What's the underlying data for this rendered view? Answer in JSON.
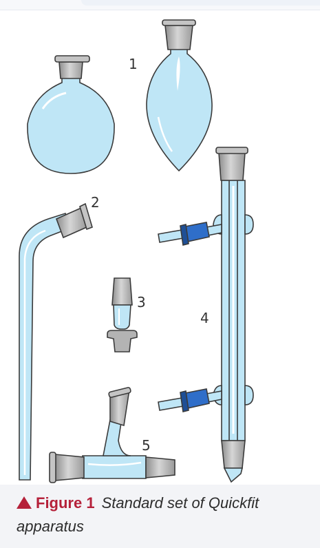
{
  "labels": {
    "l1": "1",
    "l2": "2",
    "l3": "3",
    "l4": "4",
    "l5": "5"
  },
  "caption": {
    "figure_number": "Figure 1",
    "title_line1": "Standard set of Quickfit",
    "title_line2": "apparatus"
  },
  "colors": {
    "glass_fill": "#bfe6f6",
    "glass_outline": "#3a3a3a",
    "joint_grey": "#b3b3b3",
    "tap_blue": "#2f6ec9",
    "accent_red": "#b5213a"
  }
}
